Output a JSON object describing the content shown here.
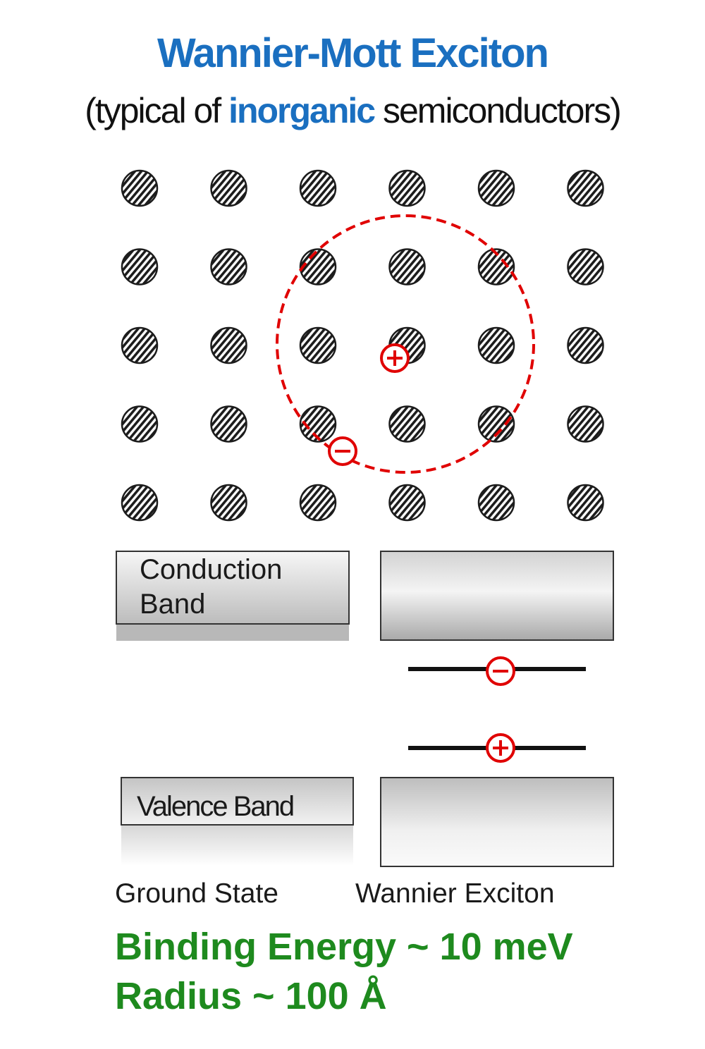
{
  "title": "Wannier-Mott Exciton",
  "subtitle": {
    "before": "(typical of ",
    "highlight": "inorganic",
    "after": " semiconductors)"
  },
  "lattice": {
    "rows": 5,
    "cols": 6
  },
  "charges": {
    "plus": "+",
    "minus": "−"
  },
  "bands": {
    "conduction_line1": "Conduction",
    "conduction_line2": "Band",
    "valence": "Valence Band"
  },
  "captions": {
    "ground": "Ground State",
    "exciton": "Wannier Exciton"
  },
  "properties": {
    "binding_energy": "Binding Energy ~ 10 meV",
    "radius": "Radius ~ 100 Å"
  },
  "colors": {
    "title": "#1a6fc0",
    "charge": "#e00000",
    "properties": "#1e8a1e"
  }
}
